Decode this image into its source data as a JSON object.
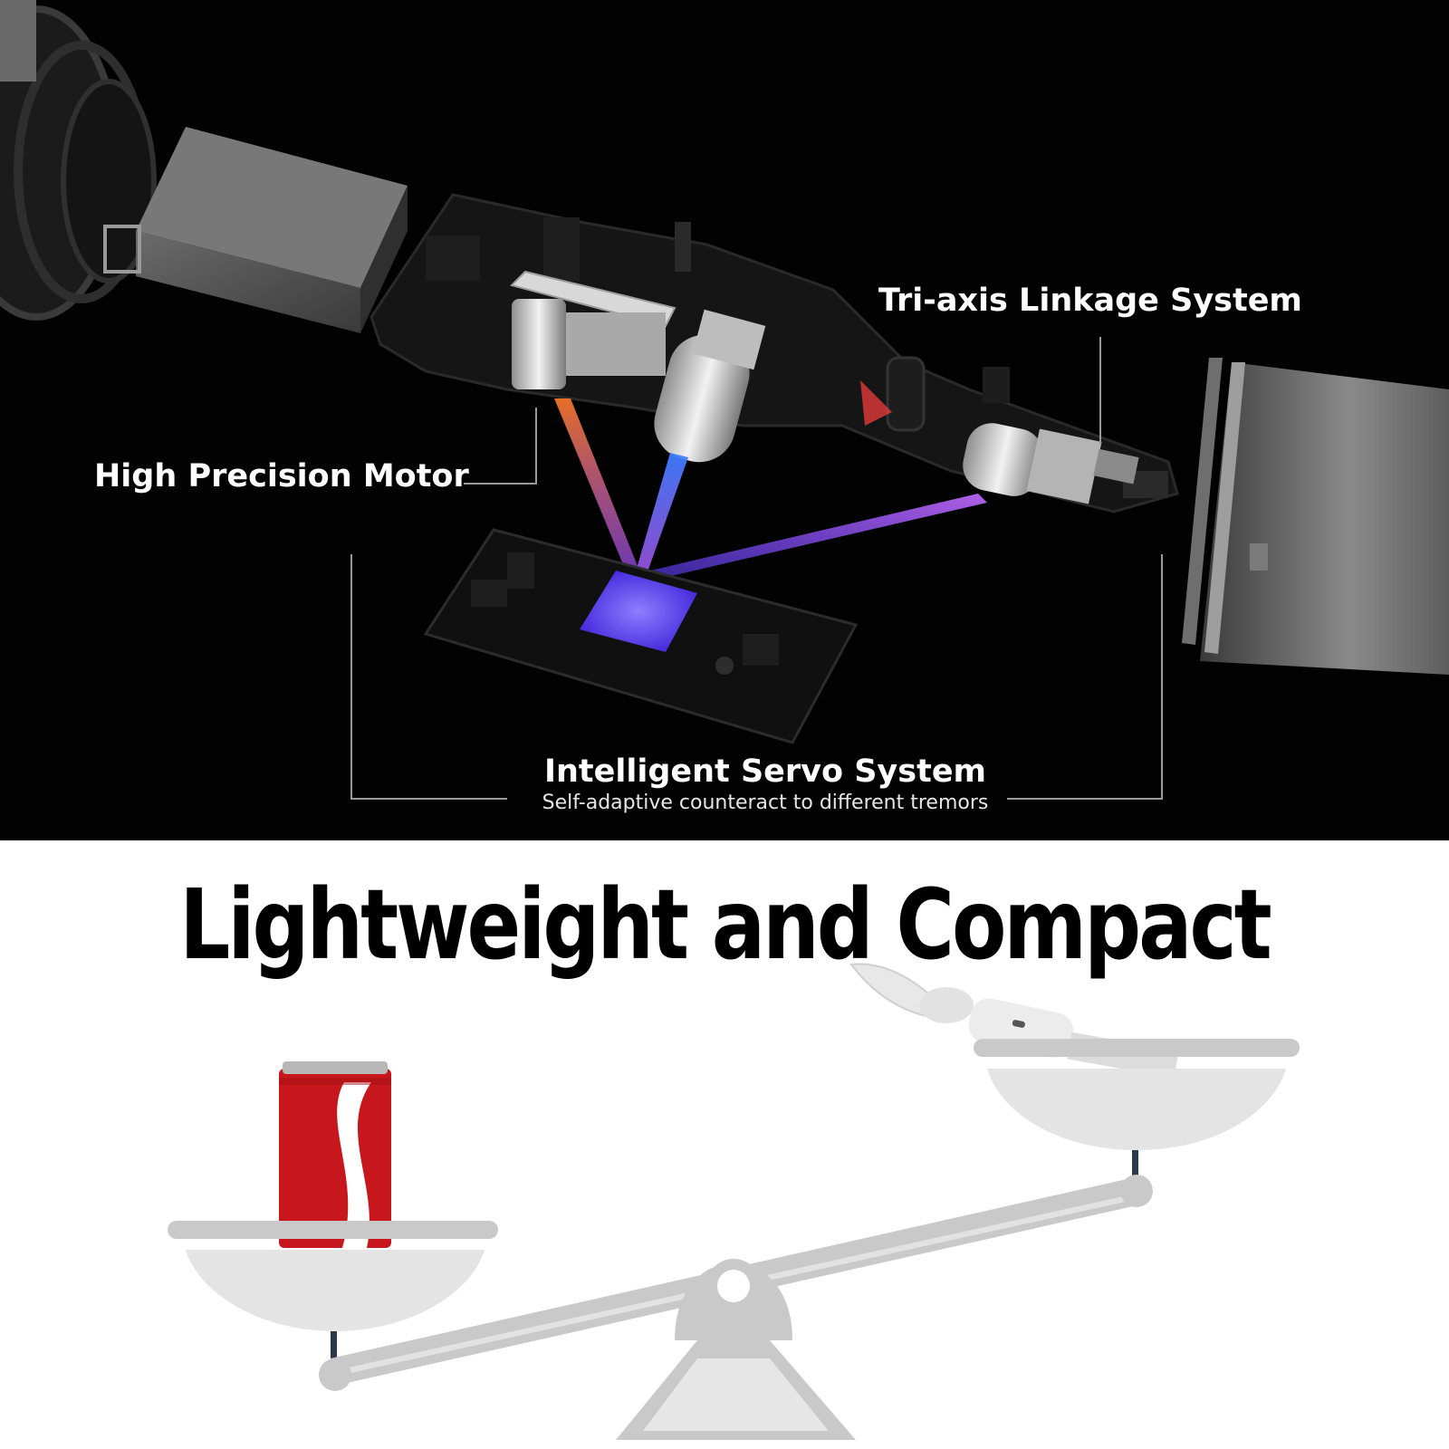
{
  "callouts": {
    "motor": "High Precision Motor",
    "triaxis": "Tri-axis Linkage System",
    "servo_title": "Intelligent Servo System",
    "servo_subtitle": "Self-adaptive counteract to different tremors"
  },
  "headline": "Lightweight and Compact",
  "colors": {
    "top_background": "#020202",
    "bottom_background": "#ffffff",
    "beam_purple": "#9a4dff",
    "beam_orange": "#ff7a2a",
    "beam_blue": "#3c7dff",
    "chip_glow": "#5b3cff",
    "scale_gray": "#c9c9c9",
    "can_red": "#c8161d"
  },
  "icons": {
    "can": "soda-can-icon",
    "scale": "balance-scale-icon",
    "device": "stabilizer-spoon-icon"
  }
}
